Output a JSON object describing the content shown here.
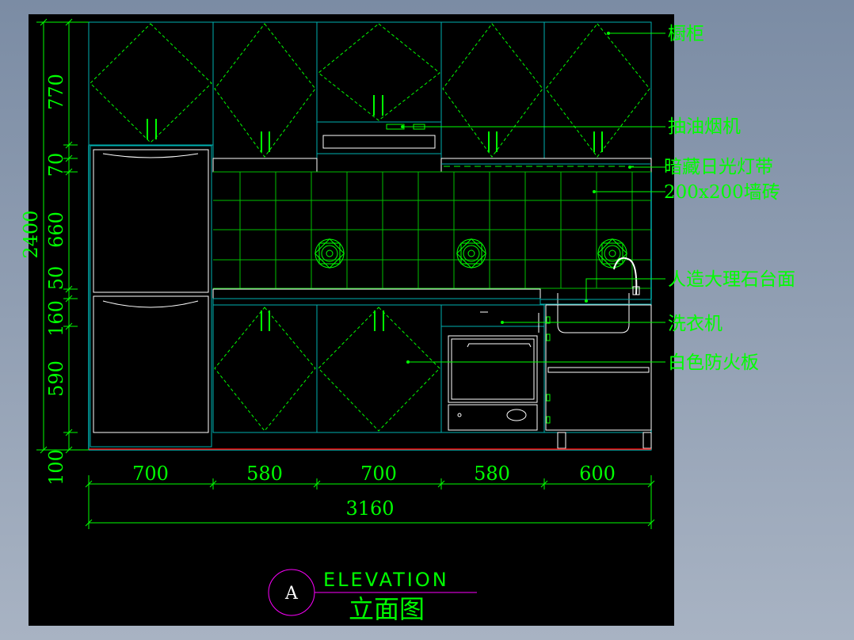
{
  "colors": {
    "background": "#000000",
    "cabinet": "#00b0b0",
    "door_pattern": "#00ff00",
    "tile_grid": "#00c000",
    "leader": "#00ff00",
    "dimension": "#00ff00",
    "appliance": "#ffffff",
    "floor": "#ff0000",
    "title_circle": "#ff00ff",
    "wall_edge": "#00ffff"
  },
  "labels": {
    "wall_cabinet": "橱柜",
    "range_hood": "抽油烟机",
    "hidden_light_strip": "暗藏日光灯带",
    "wall_tile": "200x200墙砖",
    "marble_countertop": "人造大理石台面",
    "washing_machine": "洗衣机",
    "fireproof_board": "白色防火板"
  },
  "horizontal_dimensions": [
    "700",
    "580",
    "700",
    "580",
    "600"
  ],
  "total_width": "3160",
  "vertical_dimensions": [
    "770",
    "70",
    "660",
    "50",
    "160",
    "590",
    "100"
  ],
  "total_height": "2400",
  "title": {
    "marker": "A",
    "english": "ELEVATION",
    "chinese": "立面图"
  }
}
